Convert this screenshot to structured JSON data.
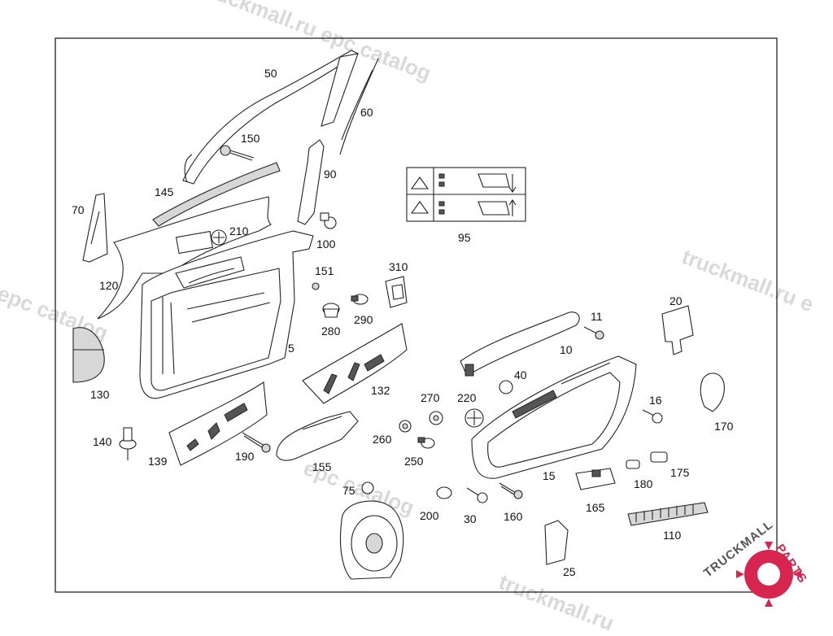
{
  "watermark": {
    "text_a": "truckmall.ru epc catalog",
    "text_b": "truckmall.ru e",
    "text_c": "l epc catalog",
    "text_d": "epc catalog",
    "text_e": "truckmall.ru"
  },
  "logo": {
    "text_truckmall": "TRUCKMALL",
    "text_parts": "PARTS",
    "gear_color": "#d6264f"
  },
  "diagram": {
    "labels": {
      "l50": "50",
      "l60": "60",
      "l150": "150",
      "l90": "90",
      "l145": "145",
      "l70": "70",
      "l210": "210",
      "l100": "100",
      "l95": "95",
      "l120": "120",
      "l151": "151",
      "l310": "310",
      "l280": "280",
      "l290": "290",
      "l20": "20",
      "l11": "11",
      "l10": "10",
      "l5": "5",
      "l130": "130",
      "l132": "132",
      "l40": "40",
      "l270": "270",
      "l220": "220",
      "l16": "16",
      "l170": "170",
      "l140": "140",
      "l139": "139",
      "l190": "190",
      "l155": "155",
      "l260": "260",
      "l250": "250",
      "l15": "15",
      "l175": "175",
      "l180": "180",
      "l75": "75",
      "l200": "200",
      "l30": "30",
      "l160": "160",
      "l165": "165",
      "l110": "110",
      "l25": "25"
    }
  }
}
